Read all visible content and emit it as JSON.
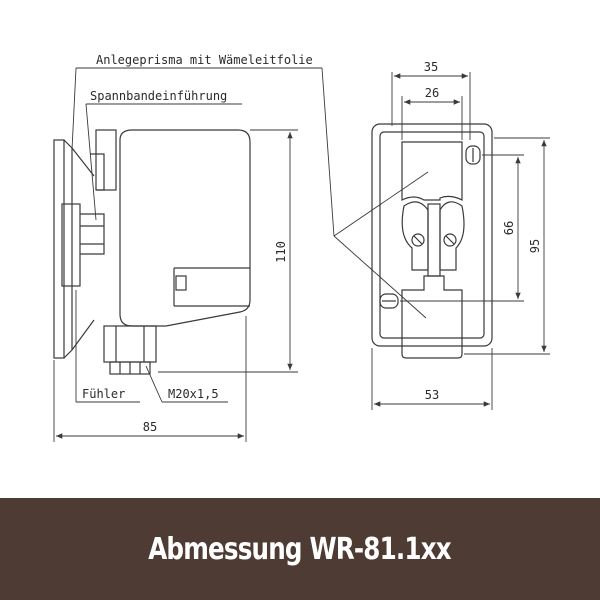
{
  "labels": {
    "anlegeprisma": "Anlegeprisma mit Wämeleitfolie",
    "spannband": "Spannbandeinführung",
    "fuehler": "Fühler",
    "thread": "M20x1,5"
  },
  "dimensions": {
    "width_side": "85",
    "height_side": "110",
    "top_width_outer": "35",
    "top_width_inner": "26",
    "front_width": "53",
    "hole_spacing": "66",
    "front_height": "95"
  },
  "caption": {
    "title": "Abmessung WR-81.1xx"
  },
  "colors": {
    "line": "#3a3a3a",
    "caption_bg": "#4e3b33",
    "caption_text": "#ffffff"
  }
}
